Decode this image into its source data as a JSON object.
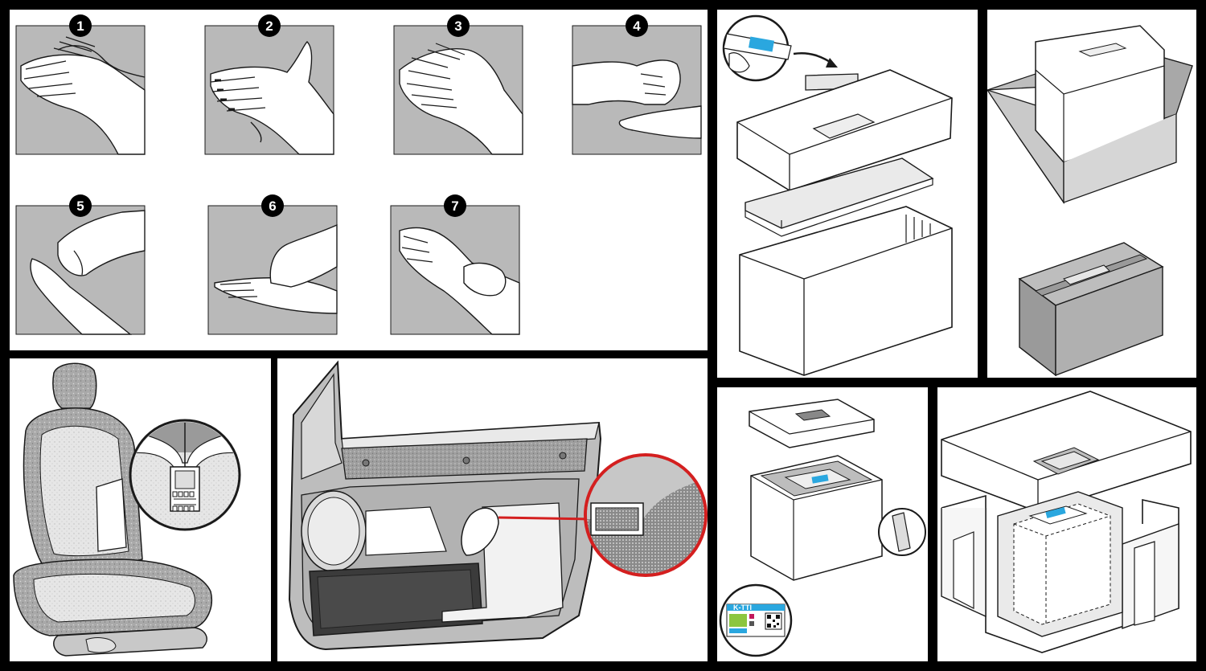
{
  "steps": [
    {
      "number": "1",
      "icon": "hands-rub-palm-icon"
    },
    {
      "number": "2",
      "icon": "hands-interlace-back-icon"
    },
    {
      "number": "3",
      "icon": "hands-interlace-palm-icon"
    },
    {
      "number": "4",
      "icon": "hands-fingers-lock-icon"
    },
    {
      "number": "5",
      "icon": "hands-thumb-rub-icon"
    },
    {
      "number": "6",
      "icon": "hands-fingertips-rub-icon"
    },
    {
      "number": "7",
      "icon": "hands-wrist-rub-icon"
    }
  ],
  "label": {
    "brand": "K-TTI"
  },
  "colors": {
    "background": "#000000",
    "panel": "#ffffff",
    "tile": "#b9b9b9",
    "line": "#1a1a1a",
    "callout_red": "#d41f1f",
    "label_blue": "#2aa7df",
    "label_green": "#8cc63f"
  }
}
